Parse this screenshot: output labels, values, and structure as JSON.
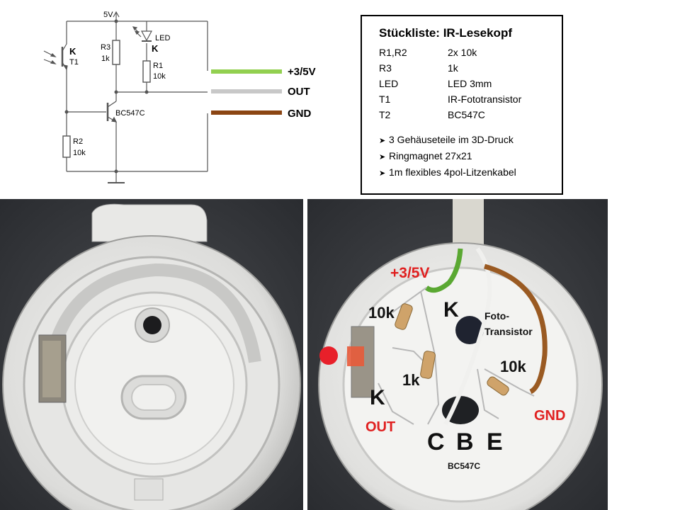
{
  "schematic": {
    "supply_label": "5V",
    "t1_k_label": "K",
    "t1_label": "T1",
    "r3_label": "R3",
    "r3_value": "1k",
    "led_label": "LED",
    "led_k_label": "K",
    "r1_label": "R1",
    "r1_value": "10k",
    "t2_label": "BC547C",
    "r2_label": "R2",
    "r2_value": "10k",
    "wires": [
      {
        "label": "+3/5V",
        "color": "#92d050"
      },
      {
        "label": "OUT",
        "color": "#c8c8c8"
      },
      {
        "label": "GND",
        "color": "#8b4513"
      }
    ]
  },
  "parts_list": {
    "title": "Stückliste:  IR-Lesekopf",
    "rows": [
      {
        "ref": "R1,R2",
        "desc": "2x 10k"
      },
      {
        "ref": "R3",
        "desc": "1k"
      },
      {
        "ref": "LED",
        "desc": "LED 3mm"
      },
      {
        "ref": "T1",
        "desc": "IR-Fototransistor"
      },
      {
        "ref": "T2",
        "desc": "BC547C"
      }
    ],
    "notes": [
      "3 Gehäuseteile im 3D-Druck",
      "Ringmagnet 27x21",
      "1m flexibles 4pol-Litzenkabel"
    ]
  },
  "photo_right": {
    "label_plus": "+3/5V",
    "label_10k_top": "10k",
    "label_k_top": "K",
    "label_foto_line1": "Foto-",
    "label_foto_line2": "Transistor",
    "label_1k": "1k",
    "label_10k_right": "10k",
    "label_k_left": "K",
    "label_gnd": "GND",
    "label_out": "OUT",
    "label_c": "C",
    "label_b": "B",
    "label_e": "E",
    "label_bc547c": "BC547C",
    "accent_red": "#e02020"
  }
}
